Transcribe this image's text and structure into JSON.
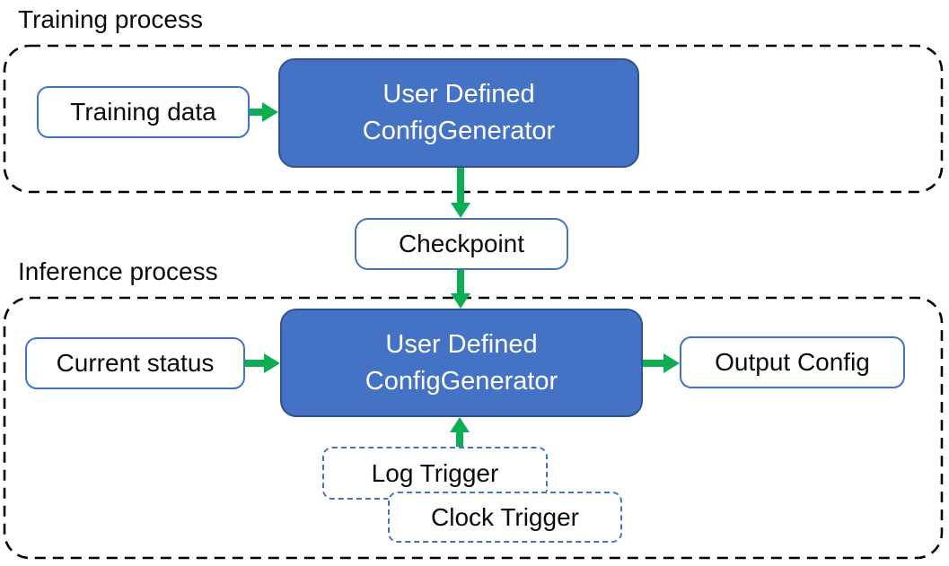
{
  "diagram": {
    "training": {
      "section_label": "Training process",
      "input_box": "Training data",
      "generator_box": {
        "line1": "User Defined",
        "line2": "ConfigGenerator"
      }
    },
    "checkpoint_box": "Checkpoint",
    "inference": {
      "section_label": "Inference process",
      "input_box": "Current status",
      "generator_box": {
        "line1": "User Defined",
        "line2": "ConfigGenerator"
      },
      "output_box": "Output Config",
      "log_trigger_box": "Log Trigger",
      "clock_trigger_box": "Clock Trigger"
    },
    "colors": {
      "generator_fill": "#4472C4",
      "generator_border": "#2F528F",
      "io_box_border": "#4472C4",
      "trigger_box_border": "#4472C4",
      "arrow_green": "#0CAD53",
      "container_dash": "#000000",
      "text_dark": "#0B0B0B",
      "text_light": "#FFFFFF"
    }
  }
}
